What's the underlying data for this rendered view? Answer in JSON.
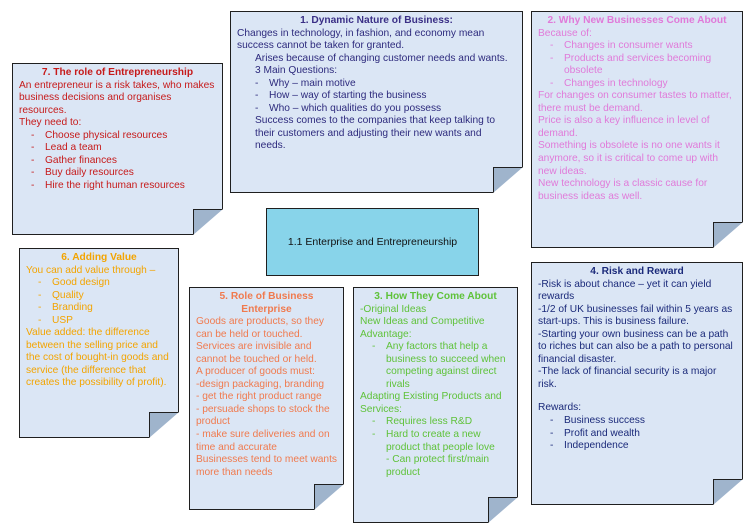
{
  "center": {
    "label": "1.1 Enterprise and Entrepreneurship"
  },
  "colors": {
    "note_bg": "#dbe6f5",
    "dynamic": "#2d2a7d",
    "title_dynamic": "#3a2f86",
    "new_business": "#e07ad9",
    "role_entrepreneurship": "#c61a1a",
    "adding_value": "#f3a400",
    "role_business": "#f07a4e",
    "how_they_come": "#5fc23a",
    "risk_reward": "#1b2a7a"
  },
  "notes": {
    "dynamic": {
      "title": "1.   Dynamic Nature of Business:",
      "l1": "Changes in technology, in fashion, and economy mean",
      "l2": "success cannot be taken for granted.",
      "l3": "Arises because of changing customer needs and wants.",
      "l4": "3 Main Questions:",
      "b1": "Why – main motive",
      "b2": "How – way of starting the business",
      "b3": "Who – which qualities do you possess",
      "l5": "Success comes to the companies that keep talking to",
      "l6": "their customers and adjusting their new wants and",
      "l7": "needs."
    },
    "new_business": {
      "title": "2. Why New Businesses Come About",
      "l1": "Because of:",
      "b1": "Changes in consumer wants",
      "b2": "Products and services becoming obsolete",
      "b3": "Changes in technology",
      "l2": "For changes on consumer tastes to matter, there must be demand.",
      "l3": "Price is also a key influence in level of demand.",
      "l4": "Something is obsolete is no one wants it anymore, so it is critical to come up with new ideas.",
      "l5": "New technology is a classic cause for business ideas as well."
    },
    "role_entrepreneurship": {
      "title": "7. The role of Entrepreneurship",
      "l1": "An entrepreneur is a risk takes, who makes business decisions and organises resources.",
      "l2": "They need to:",
      "b1": "Choose physical resources",
      "b2": "Lead a team",
      "b3": "Gather finances",
      "b4": "Buy daily resources",
      "b5": "Hire the right human resources"
    },
    "adding_value": {
      "title": "6. Adding Value",
      "l1": "You can add value through –",
      "b1": "Good design",
      "b2": "Quality",
      "b3": "Branding",
      "b4": "USP",
      "l2": "Value added: the difference between the selling price and the cost of bought-in goods and service (the difference that creates the possibility of profit)."
    },
    "role_business": {
      "title": "5. Role of Business Enterprise",
      "l1": "Goods are products, so they can be held or touched.",
      "l2": "Services are invisible and cannot be touched or held.",
      "l3": "A producer of goods must:",
      "l4": "-design packaging, branding",
      "l5": "- get the right product range",
      "l6": "- persuade shops to stock the product",
      "l7": "- make sure deliveries and on time and accurate",
      "l8": "Businesses tend to meet wants more than needs"
    },
    "how_they_come": {
      "title": "3. How They Come About",
      "l1": "-Original Ideas",
      "l2": "New Ideas and Competitive Advantage:",
      "b1": "Any factors that help a business to succeed when competing against direct rivals",
      "l3": "Adapting Existing Products and Services:",
      "b2": "Requires less R&D",
      "b3": "Hard to create a new product that people love",
      "b4": "- Can protect first/main product"
    },
    "risk_reward": {
      "title": "4. Risk and Reward",
      "l1": "-Risk is about chance – yet it can yield rewards",
      "l2": "-1/2 of UK businesses fail within 5 years as start-ups. This is business failure.",
      "l3": "-Starting your own business can be a path to riches but can also be a path to personal financial disaster.",
      "l4": "-The lack of financial security is a major risk.",
      "l5": "Rewards:",
      "b1": "Business success",
      "b2": "Profit and wealth",
      "b3": "Independence"
    }
  }
}
